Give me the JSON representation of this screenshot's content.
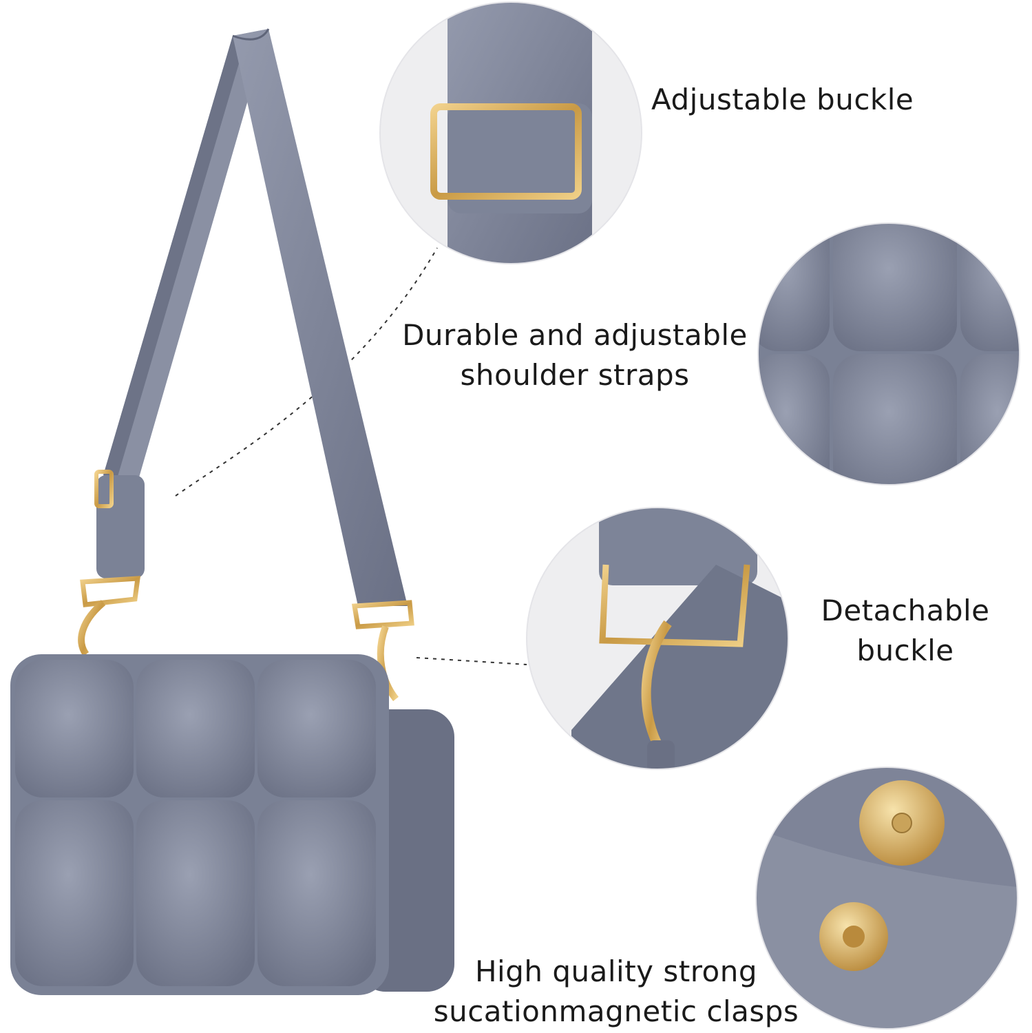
{
  "labels": {
    "buckle": "Adjustable buckle",
    "straps_line1": "Durable and adjustable",
    "straps_line2": "shoulder straps",
    "detachable_line1": "Detachable",
    "detachable_line2": "buckle",
    "clasps_line1": "High quality strong",
    "clasps_line2": "sucationmagnetic clasps"
  },
  "colors": {
    "fabric": "#7a8195",
    "fabric_dark": "#5f6579",
    "fabric_light": "#9aa0b1",
    "gold": "#d9ad5b",
    "background": "#ffffff",
    "text": "#1a1a1a"
  }
}
